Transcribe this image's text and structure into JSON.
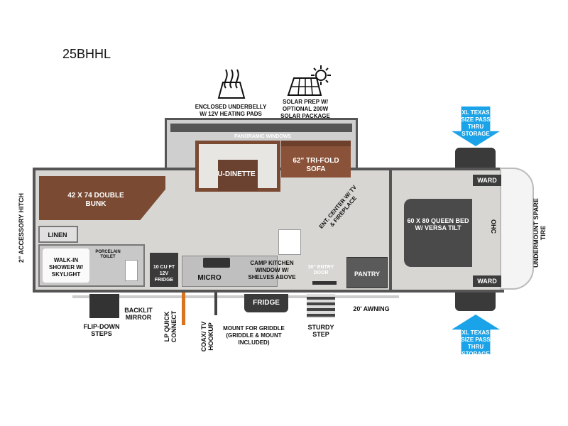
{
  "model": "25BHHL",
  "features": {
    "underbelly": {
      "icon": "heating-icon",
      "label": "ENCLOSED UNDERBELLY W/ 12V HEATING PADS"
    },
    "solar": {
      "icon": "solar-panel-icon",
      "label": "SOLAR PREP W/ OPTIONAL 200W SOLAR PACKAGE"
    }
  },
  "storage_top": "XL TEXAS SIZE PASS THRU STORAGE",
  "storage_bottom": "XL TEXAS SIZE PASS THRU STORAGE",
  "storage_color": "#1aa3e8",
  "rooms": {
    "panoramic": "PANORAMIC WINDOWS",
    "dinette": "U-DINETTE",
    "sofa": "62\" TRI-FOLD SOFA",
    "bunk": "42 X 74 DOUBLE BUNK",
    "linen": "LINEN",
    "toilet": "PORCELAIN TOILET",
    "shower": "WALK-IN SHOWER W/ SKYLIGHT",
    "fridge12v": "10 CU FT 12V FRIDGE",
    "micro": "MICRO",
    "camp_kitchen": "CAMP KITCHEN WINDOW W/ SHELVES ABOVE",
    "entry_door": "30\" ENTRY DOOR",
    "ent_center": "ENT. CENTER W/ TV & FIREPLACE",
    "pantry": "PANTRY",
    "queen_bed": "60 X 80 QUEEN BED W/ VERSA TILT",
    "ward_top": "WARD",
    "ward_bottom": "WARD",
    "ohc": "OHC",
    "outdoor_fridge": "FRIDGE"
  },
  "exterior": {
    "hitch": "2\" ACCESSORY HITCH",
    "spare": "UNDERMOUNT SPARE TIRE",
    "flip_steps": "FLIP-DOWN STEPS",
    "mirror": "BACKLIT MIRROR",
    "lp": "LP QUICK CONNECT",
    "coax": "COAX/ TV HOOKUP",
    "griddle": "MOUNT FOR GRIDDLE (GRIDDLE & MOUNT INCLUDED)",
    "sturdy": "STURDY STEP",
    "awning": "20' AWNING"
  }
}
